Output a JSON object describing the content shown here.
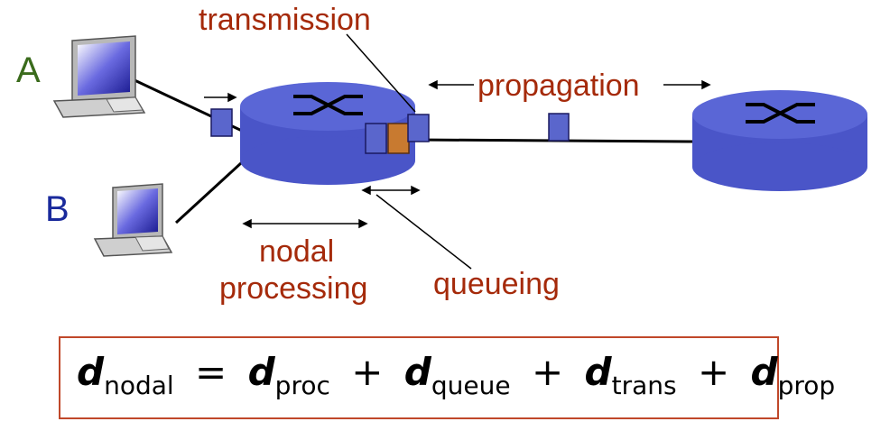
{
  "nodes": {
    "host_a": "A",
    "host_b": "B"
  },
  "labels": {
    "transmission": "transmission",
    "propagation": "propagation",
    "nodal_line1": "nodal",
    "nodal_line2": "processing",
    "queueing": "queueing"
  },
  "formula": {
    "d": "d",
    "lhs_sub": "nodal",
    "eq": "=",
    "plus": "+",
    "proc_sub": "proc",
    "queue_sub": "queue",
    "trans_sub": "trans",
    "prop_sub": "prop"
  },
  "colors": {
    "label_text": "#a52a0a",
    "router": "#4a55c8",
    "packet": "#5a66cc",
    "packet_queued": "#c87a30",
    "host_a_letter": "#3a6b1c",
    "host_b_letter": "#1a2a9c",
    "formula_border": "#c0482a"
  },
  "icons": [
    "desktop-computer-icon",
    "router-icon",
    "packet-icon"
  ]
}
